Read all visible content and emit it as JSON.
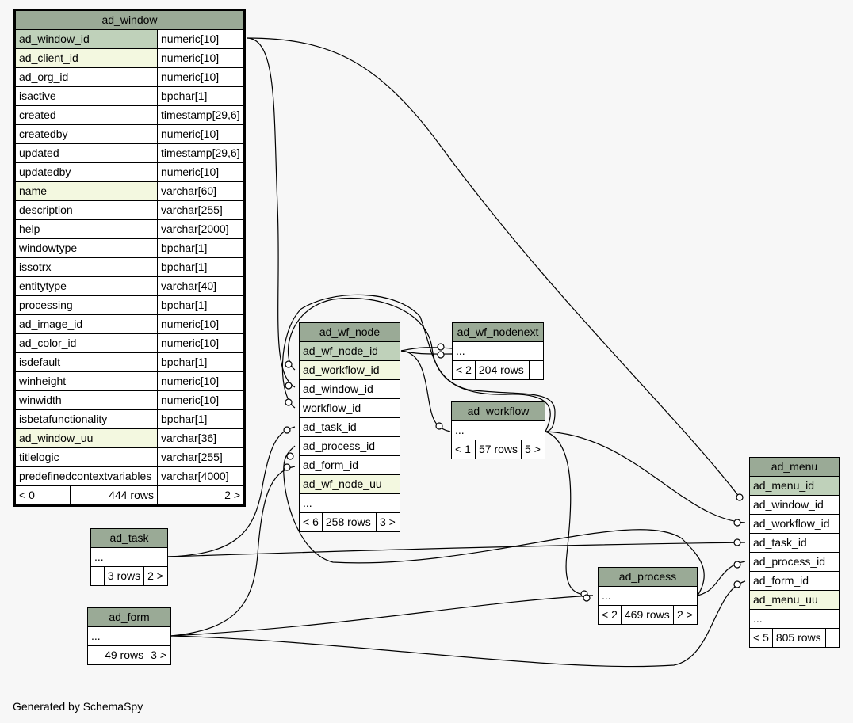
{
  "footer": "Generated by SchemaSpy",
  "ad_window": {
    "name": "ad_window",
    "columns": [
      {
        "name": "ad_window_id",
        "type": "numeric[10]",
        "style": "pk"
      },
      {
        "name": "ad_client_id",
        "type": "numeric[10]",
        "style": "idx"
      },
      {
        "name": "ad_org_id",
        "type": "numeric[10]",
        "style": ""
      },
      {
        "name": "isactive",
        "type": "bpchar[1]",
        "style": ""
      },
      {
        "name": "created",
        "type": "timestamp[29,6]",
        "style": ""
      },
      {
        "name": "createdby",
        "type": "numeric[10]",
        "style": ""
      },
      {
        "name": "updated",
        "type": "timestamp[29,6]",
        "style": ""
      },
      {
        "name": "updatedby",
        "type": "numeric[10]",
        "style": ""
      },
      {
        "name": "name",
        "type": "varchar[60]",
        "style": "idx"
      },
      {
        "name": "description",
        "type": "varchar[255]",
        "style": ""
      },
      {
        "name": "help",
        "type": "varchar[2000]",
        "style": ""
      },
      {
        "name": "windowtype",
        "type": "bpchar[1]",
        "style": ""
      },
      {
        "name": "issotrx",
        "type": "bpchar[1]",
        "style": ""
      },
      {
        "name": "entitytype",
        "type": "varchar[40]",
        "style": ""
      },
      {
        "name": "processing",
        "type": "bpchar[1]",
        "style": ""
      },
      {
        "name": "ad_image_id",
        "type": "numeric[10]",
        "style": ""
      },
      {
        "name": "ad_color_id",
        "type": "numeric[10]",
        "style": ""
      },
      {
        "name": "isdefault",
        "type": "bpchar[1]",
        "style": ""
      },
      {
        "name": "winheight",
        "type": "numeric[10]",
        "style": ""
      },
      {
        "name": "winwidth",
        "type": "numeric[10]",
        "style": ""
      },
      {
        "name": "isbetafunctionality",
        "type": "bpchar[1]",
        "style": ""
      },
      {
        "name": "ad_window_uu",
        "type": "varchar[36]",
        "style": "idx"
      },
      {
        "name": "titlelogic",
        "type": "varchar[255]",
        "style": ""
      },
      {
        "name": "predefinedcontextvariables",
        "type": "varchar[4000]",
        "style": ""
      }
    ],
    "footer": {
      "parents": "< 0",
      "rows": "444 rows",
      "children": "2 >"
    }
  },
  "ad_wf_node": {
    "name": "ad_wf_node",
    "columns": [
      {
        "name": "ad_wf_node_id",
        "style": "pk"
      },
      {
        "name": "ad_workflow_id",
        "style": "idx"
      },
      {
        "name": "ad_window_id",
        "style": ""
      },
      {
        "name": "workflow_id",
        "style": ""
      },
      {
        "name": "ad_task_id",
        "style": ""
      },
      {
        "name": "ad_process_id",
        "style": ""
      },
      {
        "name": "ad_form_id",
        "style": ""
      },
      {
        "name": "ad_wf_node_uu",
        "style": "idx"
      },
      {
        "name": "...",
        "style": ""
      }
    ],
    "footer": {
      "parents": "< 6",
      "rows": "258 rows",
      "children": "3 >"
    }
  },
  "ad_wf_nodenext": {
    "name": "ad_wf_nodenext",
    "body": "...",
    "footer": {
      "parents": "< 2",
      "rows": "204 rows",
      "children": ""
    }
  },
  "ad_workflow": {
    "name": "ad_workflow",
    "body": "...",
    "footer": {
      "parents": "< 1",
      "rows": "57 rows",
      "children": "5 >"
    }
  },
  "ad_task": {
    "name": "ad_task",
    "body": "...",
    "footer": {
      "parents": "",
      "rows": "3 rows",
      "children": "2 >"
    }
  },
  "ad_form": {
    "name": "ad_form",
    "body": "...",
    "footer": {
      "parents": "",
      "rows": "49 rows",
      "children": "3 >"
    }
  },
  "ad_process": {
    "name": "ad_process",
    "body": "...",
    "footer": {
      "parents": "< 2",
      "rows": "469 rows",
      "children": "2 >"
    }
  },
  "ad_menu": {
    "name": "ad_menu",
    "columns": [
      {
        "name": "ad_menu_id",
        "style": "pk"
      },
      {
        "name": "ad_window_id",
        "style": ""
      },
      {
        "name": "ad_workflow_id",
        "style": ""
      },
      {
        "name": "ad_task_id",
        "style": ""
      },
      {
        "name": "ad_process_id",
        "style": ""
      },
      {
        "name": "ad_form_id",
        "style": ""
      },
      {
        "name": "ad_menu_uu",
        "style": "idx"
      },
      {
        "name": "...",
        "style": ""
      }
    ],
    "footer": {
      "parents": "< 5",
      "rows": "805 rows",
      "children": ""
    }
  },
  "colors": {
    "header": "#9aaa96",
    "primary_key": "#bfd1ba",
    "indexed": "#f3f8e0",
    "background": "#f7f7f7"
  }
}
